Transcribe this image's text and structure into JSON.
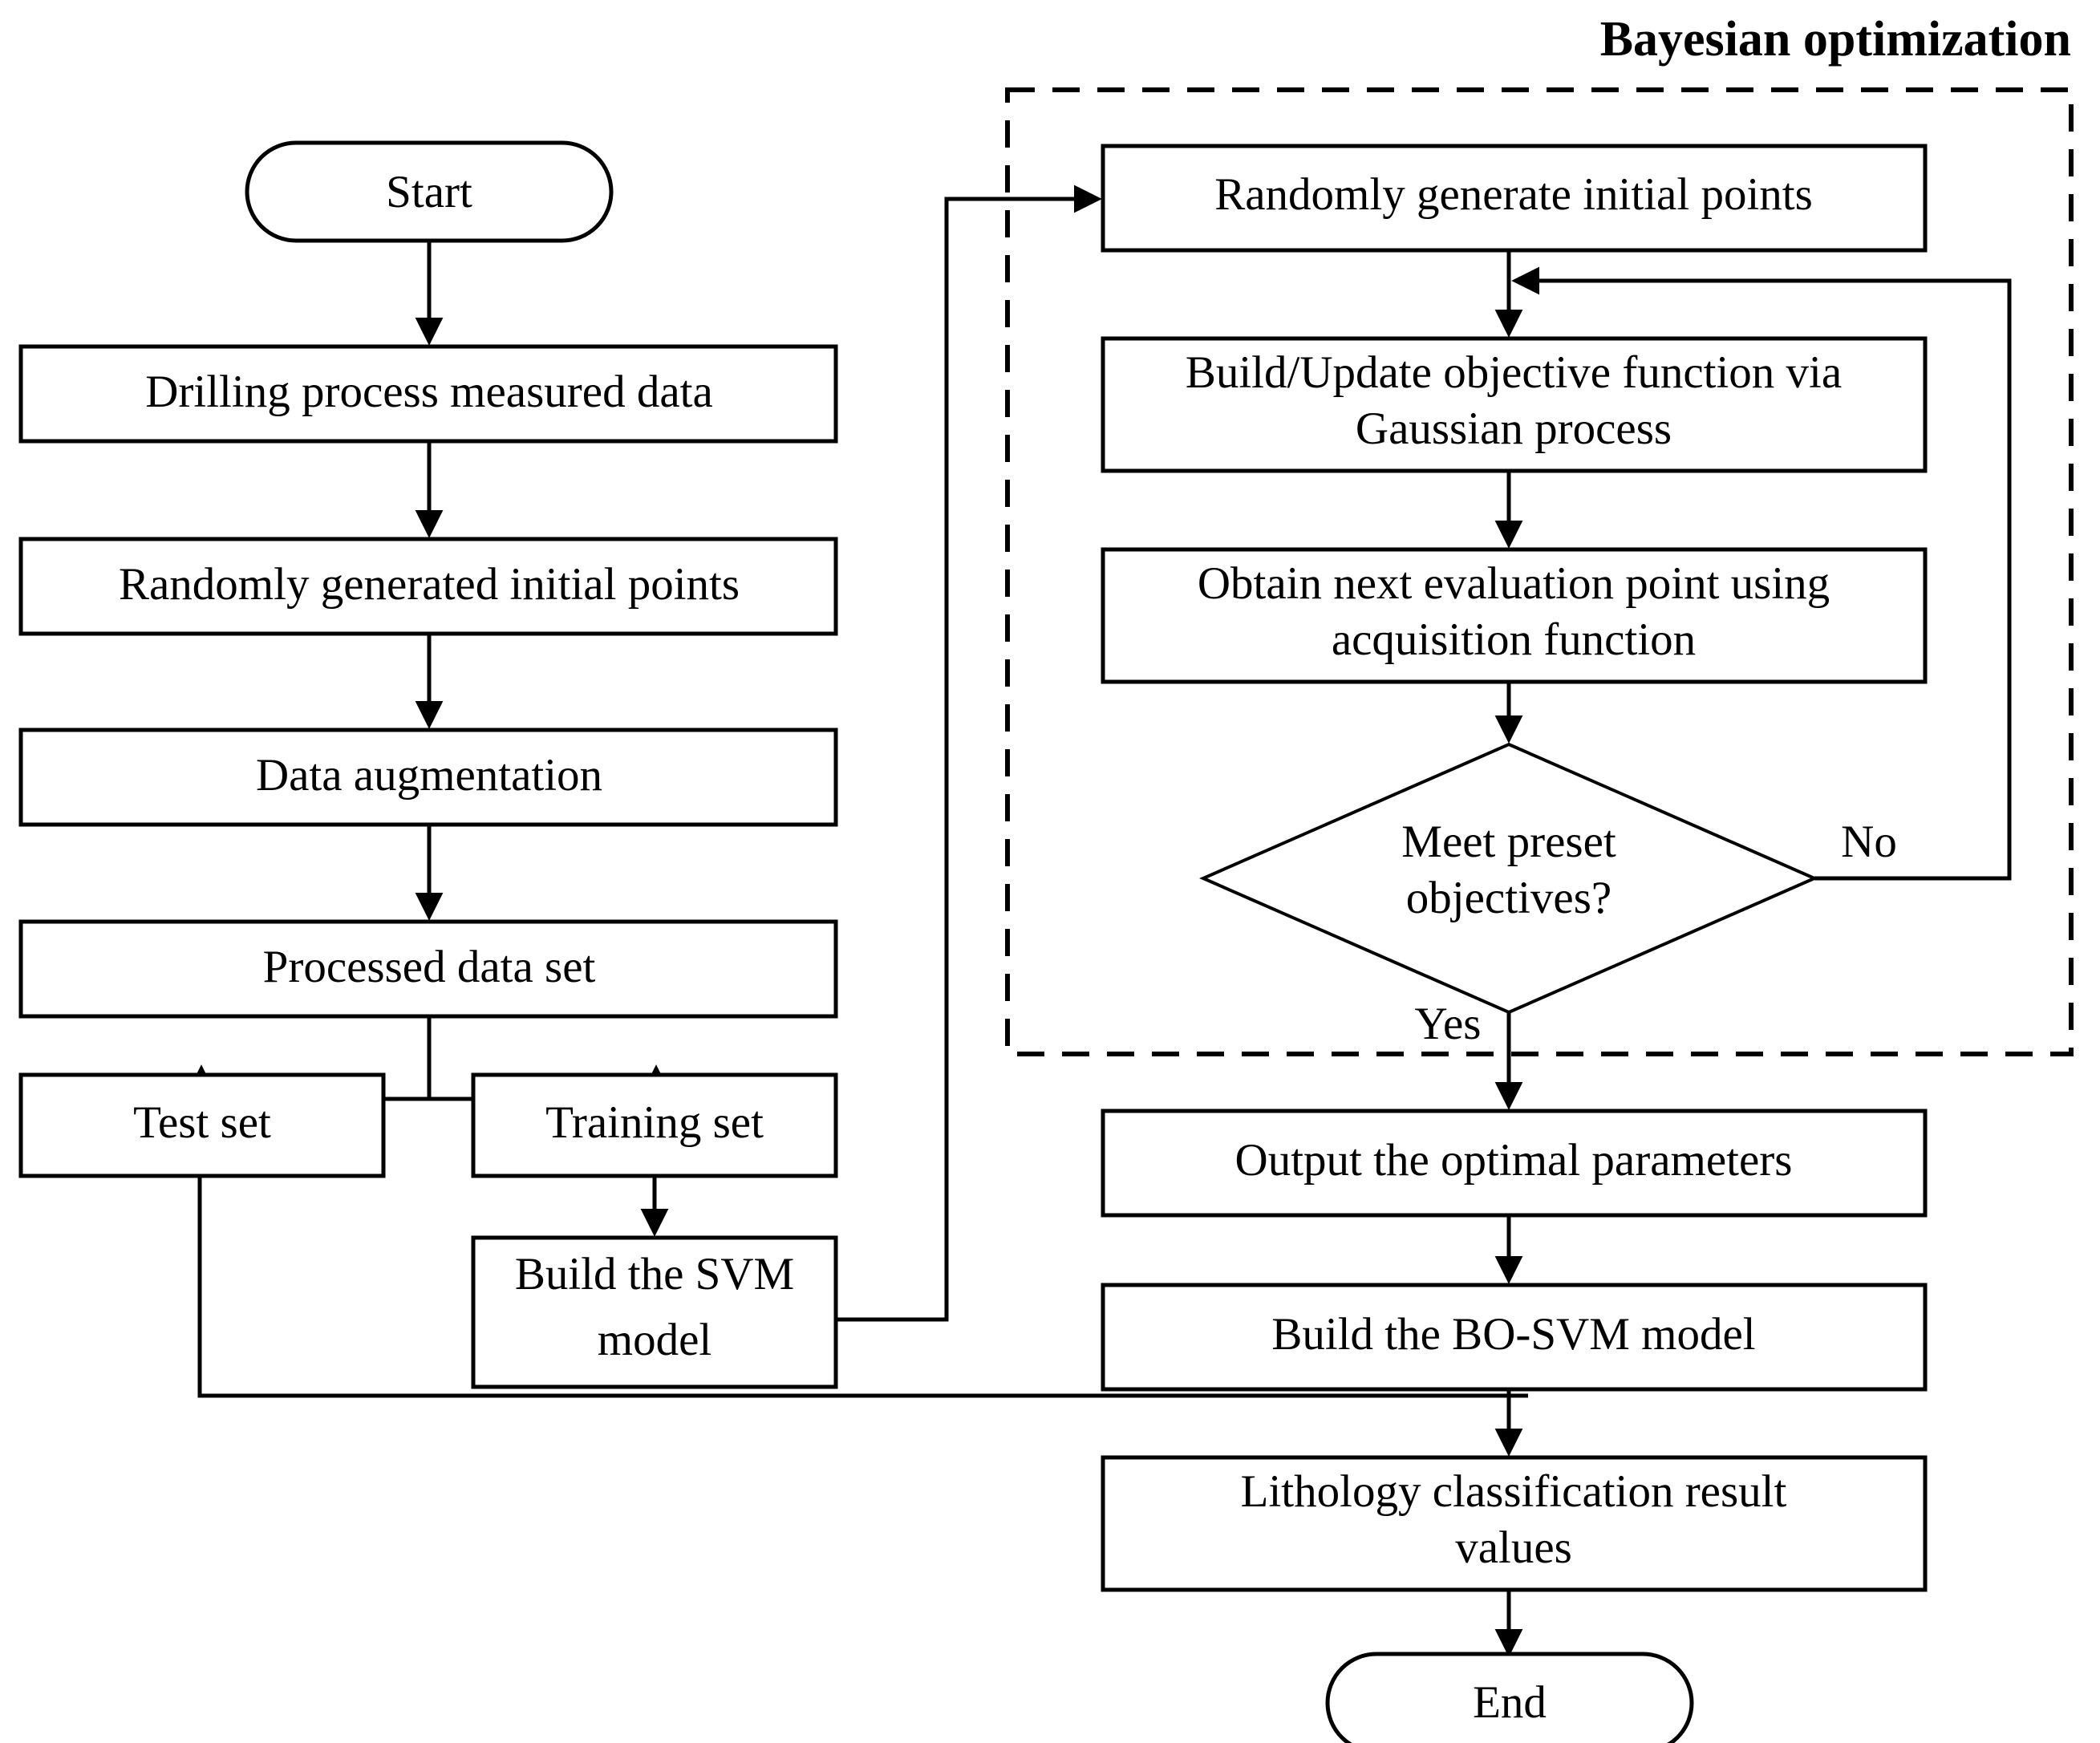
{
  "diagram": {
    "title": "BO-SVM lithology classification workflow flowchart",
    "group_label": "Bayesian optimization",
    "colors": {
      "stroke": "#000000",
      "fill": "#ffffff",
      "text": "#000000"
    },
    "nodes": {
      "start": "Start",
      "drilling_data": "Drilling process measured data",
      "random_initial_points": "Randomly generated initial points",
      "data_augmentation": "Data augmentation",
      "processed_data_set": "Processed data set",
      "test_set": "Test set",
      "training_set": "Training set",
      "build_svm_line1": "Build the SVM",
      "build_svm_line2": "model",
      "bo_random_points": "Randomly generate initial points",
      "bo_gaussian_line1": "Build/Update objective function via",
      "bo_gaussian_line2": "Gaussian process",
      "bo_acquisition_line1": "Obtain next evaluation point using",
      "bo_acquisition_line2": "acquisition function",
      "bo_decision_line1": "Meet preset",
      "bo_decision_line2": "objectives?",
      "output_optimal": "Output the optimal parameters",
      "build_bo_svm": "Build the BO-SVM model",
      "lithology_result_line1": "Lithology classification result",
      "lithology_result_line2": "values",
      "end": "End"
    },
    "edge_labels": {
      "decision_no": "No",
      "decision_yes": "Yes"
    }
  }
}
